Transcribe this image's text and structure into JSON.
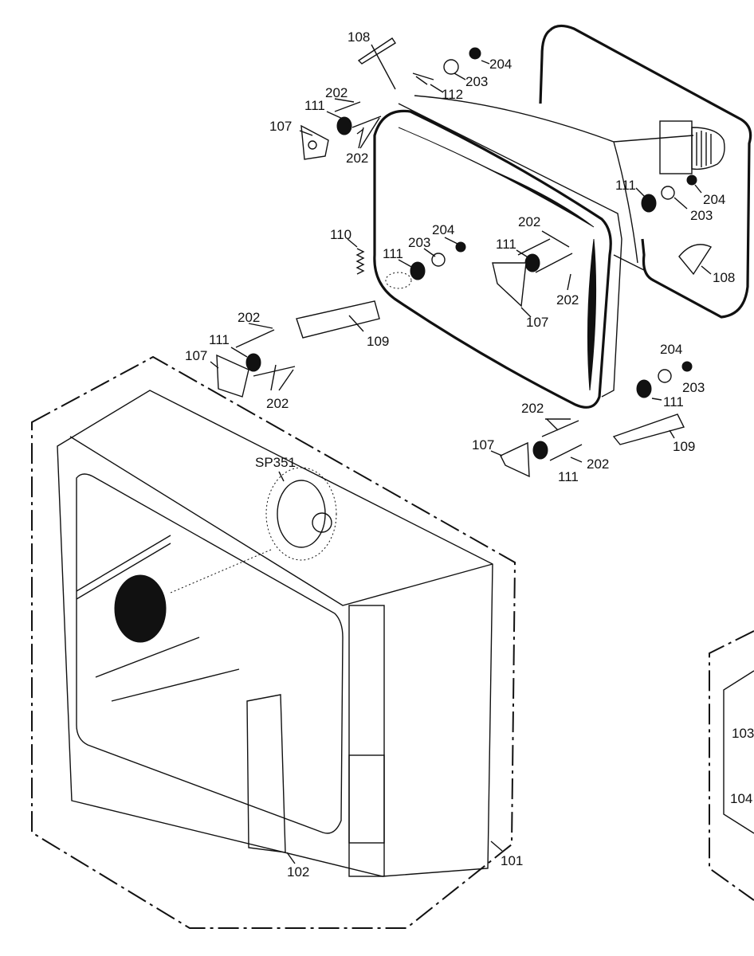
{
  "labels": {
    "c108_top": "108",
    "c204_top": "204",
    "c203_top": "203",
    "c112": "112",
    "c202_a": "202",
    "c111_a": "111",
    "c107_a": "107",
    "c202_b": "202",
    "c111_right": "111",
    "c204_right": "204",
    "c203_right": "203",
    "c108_right": "108",
    "c110": "110",
    "c204_mid": "204",
    "c203_mid": "203",
    "c111_mid": "111",
    "c202_mid": "202",
    "c111_mid2": "111",
    "c202_mid2": "202",
    "c107_mid": "107",
    "c202_left": "202",
    "c111_left": "111",
    "c107_left": "107",
    "c109_left": "109",
    "c202_left2": "202",
    "c204_low": "204",
    "c203_low": "203",
    "c111_low": "111",
    "c202_low": "202",
    "c109_low": "109",
    "c107_low": "107",
    "c111_low2": "111",
    "c202_low2": "202",
    "sp351": "SP351",
    "c101": "101",
    "c102": "102",
    "c103": "103",
    "c104": "104"
  }
}
